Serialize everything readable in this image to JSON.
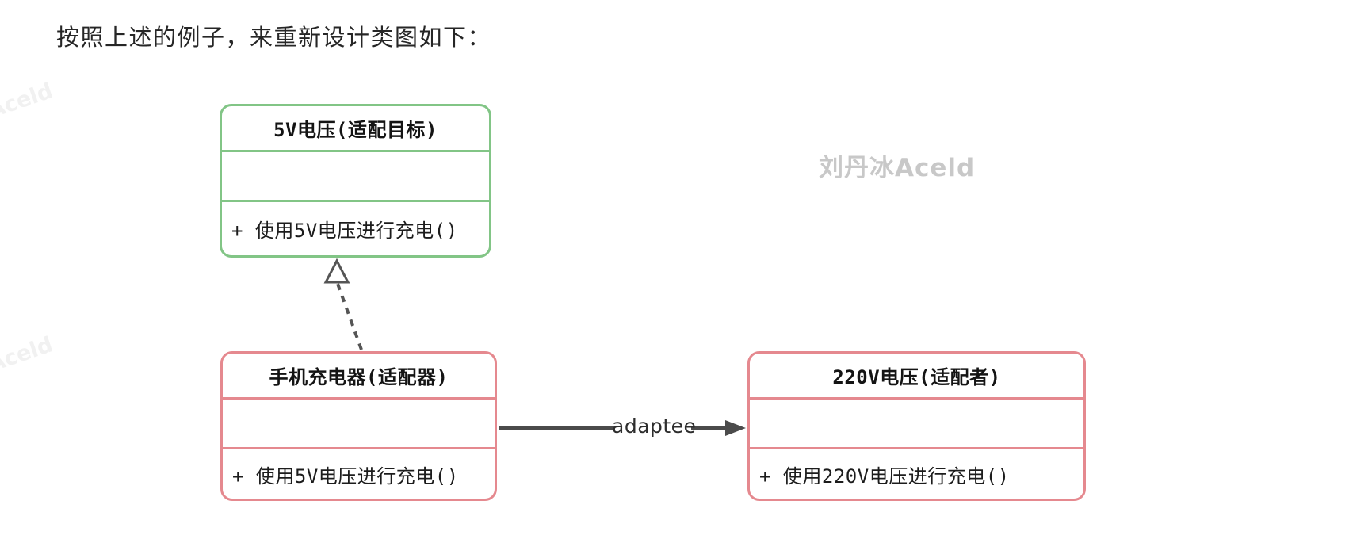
{
  "heading": "按照上述的例子，来重新设计类图如下：",
  "watermarks": {
    "main": "刘丹冰Aceld",
    "corner_top": "Aceld",
    "corner_mid": "Aceld"
  },
  "colors": {
    "target_border": "#82c586",
    "adapter_border": "#e5898f",
    "connector": "#4d4d4d",
    "text": "#1c1c1c",
    "watermark_main": "#c8c8c8",
    "watermark_faint": "#f1f1f1"
  },
  "diagram": {
    "classes": [
      {
        "id": "target",
        "title": "5V电压(适配目标)",
        "attributes": "",
        "methods": "+ 使用5V电压进行充电()"
      },
      {
        "id": "adapter",
        "title": "手机充电器(适配器)",
        "attributes": "",
        "methods": "+ 使用5V电压进行充电()"
      },
      {
        "id": "adaptee",
        "title": "220V电压(适配者)",
        "attributes": "",
        "methods": "+ 使用220V电压进行充电()"
      }
    ],
    "relations": [
      {
        "type": "realization",
        "from": "adapter",
        "to": "target",
        "label": ""
      },
      {
        "type": "association",
        "from": "adapter",
        "to": "adaptee",
        "label": "adaptee"
      }
    ],
    "association_label": "adaptee"
  }
}
